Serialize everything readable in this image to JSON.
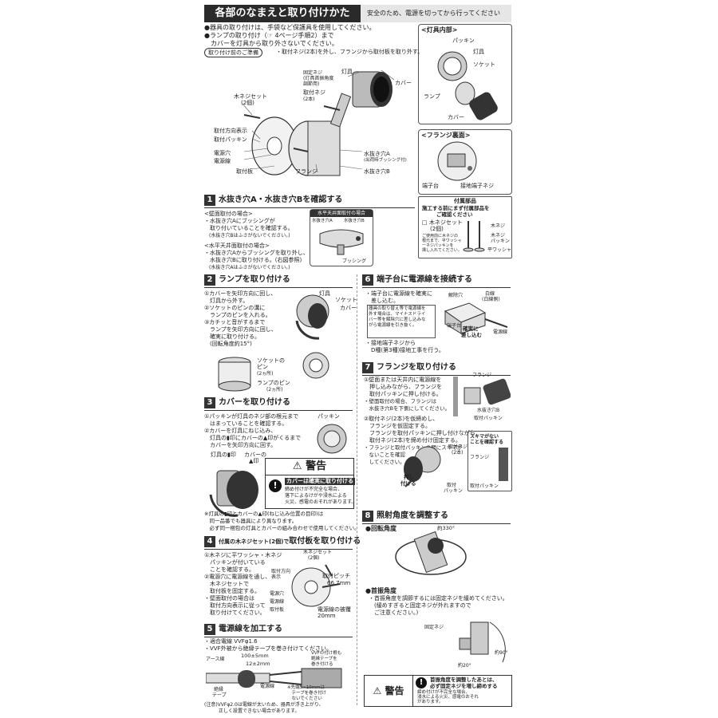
{
  "header": {
    "title": "各部のなまえと取り付けかた",
    "note": "安全のため、電源を切ってから行ってください"
  },
  "intro": {
    "line1": "●器具の取り付けは、手袋など保護具を使用してください。",
    "line2": "●ランプの取り付け（☞ 4ページ手順2）まで",
    "line3": "　カバーを灯具から取り外さないでください。",
    "prep_label": "取り付け前のご準備",
    "prep_text": "・取付ネジ(2本)を外し、フランジから取付板を取り外す。"
  },
  "parts": {
    "wood_screw_set": "木ネジセット",
    "wood_screw_count": "(2個)",
    "fix_screw": "固定ネジ",
    "fix_screw_note1": "(灯具首振角度",
    "fix_screw_note2": "調節用)",
    "mount_screw": "取付ネジ",
    "mount_screw_count": "(2本)",
    "lamp_body": "灯具",
    "cover": "カバー",
    "direction_mark": "取付方向表示",
    "mount_packing": "取付パッキン",
    "power_hole": "電源穴",
    "power_wire": "電源線",
    "mount_plate": "取付板",
    "flange": "フランジ",
    "drain_a": "水抜き穴A",
    "drain_a_note": "(出荷時ブッシング付)",
    "drain_b": "水抜き穴B"
  },
  "inner_box": {
    "title": "<灯具内部>",
    "packing": "パッキン",
    "lamp_body": "灯具",
    "socket": "ソケット",
    "lamp": "ランプ",
    "cover": "カバー"
  },
  "flange_box": {
    "title": "<フランジ裏面>",
    "terminal": "端子台",
    "ground_screw": "接地端子ネジ"
  },
  "accessories": {
    "title": "付属部品",
    "note1": "施工する前にまず付属部品を",
    "note2": "ご確認ください",
    "item": "□ 木ネジセット",
    "item_count": "(2個)",
    "caution1": "ご使用前に木ネジの",
    "caution2": "根元まで、平ワッシャ",
    "caution3": "ーネジパッキンを",
    "caution4": "挿し入れてください。",
    "wood_screw": "木ネジ",
    "screw_packing": "木ネジ",
    "screw_packing2": "パッキン",
    "washer": "平ワッシャ"
  },
  "step1": {
    "num": "1",
    "title": "水抜き穴A・水抜き穴Bを確認する",
    "wall_head": "<壁面取付の場合>",
    "wall_1": "・水抜き穴Aにブッシングが",
    "wall_2": "　取り付いていることを確認する。",
    "wall_3": "　(水抜き穴Bはふさがないでください。)",
    "ceil_head": "<水平天井面取付の場合>",
    "ceil_1": "・水抜き穴Aからブッシングを取り外し、",
    "ceil_2": "　水抜き穴Bに取り付ける。(右図参照)",
    "ceil_3": "　(水抜き穴Aはふさがないでください。)",
    "fig_title": "水平天井面取付の場合",
    "fig_a": "水抜き穴A",
    "fig_b": "水抜き穴B",
    "fig_bushing": "ブッシング"
  },
  "step2": {
    "num": "2",
    "title": "ランプを取り付ける",
    "l1": "①カバーを矢印方向に回し、",
    "l2": "　灯具から外す。",
    "l3": "②ソケットのピンの溝に",
    "l4": "　ランプのピンを入れる。",
    "l5": "③カチッと音がするまで",
    "l6": "　ランプを矢印方向に回し、",
    "l7": "　確実に取り付ける。",
    "l8": "　(回転角度約15°)",
    "lamp_body": "灯具",
    "socket": "ソケット",
    "cover": "カバー",
    "socket_pin": "ソケットの",
    "socket_pin2": "ピン",
    "socket_pin3": "(2ヵ所)",
    "lamp_pin": "ランプのピン",
    "lamp_pin2": "(2ヵ所)"
  },
  "step3": {
    "num": "3",
    "title": "カバーを取り付ける",
    "l1": "①パッキンが灯具のネジ部の根元まで",
    "l2": "　はまっていることを確認する。",
    "l3": "②カバーを灯具にねじ込み、",
    "l4": "　灯具の▮印にカバーの▲印がくるまで",
    "l5": "　カバーを矢印方向に回す。",
    "packing": "パッキン",
    "mark_lamp": "灯具の▮印",
    "mark_cover": "カバーの",
    "mark_cover2": "▲印",
    "note1": "※灯具の▮印とカバーの▲印(ねじ込み位置の目印)は",
    "note2": "　同一品番でも器具により異なります。",
    "note3": "　必ず同一梱包の灯具とカバーの組み合わせで使用してください。"
  },
  "warning1": {
    "title": "警告",
    "head": "カバーは確実に取り付ける",
    "b1": "締め付けが不完全な場合、",
    "b2": "落下によるけがや浸水による",
    "b3": "火災、感電のおそれがあります。"
  },
  "step4": {
    "num": "4",
    "title_pre": "付属の木ネジセット(2個)で",
    "title": "取付板を取り付ける",
    "l1": "①木ネジに平ワッシャ・木ネジ",
    "l2": "　パッキンが付いている",
    "l3": "　ことを確認する。",
    "l4": "②電源穴に電源線を通し、",
    "l5": "　木ネジセットで",
    "l6": "　取付板を固定する。",
    "l7": "・壁面取付の場合は",
    "l8": "　取付方向表示に従って",
    "l9": "　取り付けてください。",
    "screw_set": "木ネジセット",
    "screw_count": "(2個)",
    "direction": "取付方向",
    "direction2": "表示",
    "power_hole": "電源穴",
    "power_wire": "電源線",
    "plate": "取付板",
    "pitch": "取付ピッチ",
    "pitch_val": "66.7mm",
    "coating": "電源線の被覆",
    "coating_val": "20mm"
  },
  "step5": {
    "num": "5",
    "title": "電源線を加工する",
    "l1": "・適合電線 VVFφ1.6",
    "l2": "・VVF外被から絶縁テープを巻き付けてください。",
    "earth": "アース線",
    "dim1": "100±5mm",
    "dim2": "12±2mm",
    "tape": "絶縁",
    "tape2": "テープ",
    "wire": "電源線",
    "vvf1": "VVFの付け根も",
    "vvf2": "絶縁テープを",
    "vvf3": "巻き付ける",
    "tip1": "※先端5~10mmは",
    "tip2": "　テープを巻き付け",
    "tip3": "　ないでください",
    "n1": "(注意)VVFφ2.0は電線が太いため、器具が浮き上がり、",
    "n2": "　　　正しく設置できない場合があります。"
  },
  "step6": {
    "num": "6",
    "title": "端子台に電源線を接続する",
    "l1": "・端子台に電源線を確実に",
    "l2": "　差し込む。",
    "n1": "器具の取り替え等で電源線を",
    "n2": "外す場合は、マイナスドライ",
    "n3": "バー等を解除穴に差し込みな",
    "n4": "がら電源線を引き抜く。",
    "l3": "・接地端子ネジから",
    "l4": "　D種(第3種)接地工事を行う。",
    "release": "解除穴",
    "white": "白線",
    "white2": "(白線側)",
    "insert": "確実に",
    "insert2": "差し込む",
    "terminal": "端子台",
    "wire": "電源線"
  },
  "step7": {
    "num": "7",
    "title": "フランジを取り付ける",
    "l1": "①壁面または天井内に電源線を",
    "l2": "　押し込みながら、フランジを",
    "l3": "　取付パッキンに押し付ける。",
    "l4": "・壁面取付の場合、フランジは",
    "l5": "　水抜き穴Bを下側にしてください。",
    "l6": "②取付ネジ(2本)を仮締めし、",
    "l7": "　フランジを仮固定する。",
    "l8": "　フランジを取付パッキンに押し付けながら",
    "l9": "　取付ネジ(2本)を締め付け固定する。",
    "l10": "・フランジと取付パッキンの間にスキマが",
    "l11": "　ないことを確認",
    "l12": "　してください。",
    "flange": "フランジ",
    "drain_b": "水抜き穴B",
    "packing": "取付パッキン",
    "screws": "取付ネジ",
    "screws2": "(2本)",
    "push": "押し",
    "push2": "付ける",
    "packing2": "取付",
    "packing3": "パッキン",
    "gap1": "スキマがない",
    "gap2": "ことを確認する",
    "flange2": "フランジ",
    "packing4": "取付パッキン"
  },
  "step8": {
    "num": "8",
    "title": "照射角度を調整する",
    "rot": "●回転角度",
    "rot_val": "約330°",
    "tilt": "●首振角度",
    "t1": "・首振角度を調節するには固定ネジを緩めてください。",
    "t2": "　(緩めすぎると固定ネジが外れますので",
    "t3": "　ご注意ください。)",
    "fix": "固定ネジ",
    "a90": "約90°",
    "a20": "約20°"
  },
  "warning2": {
    "title": "警告",
    "head1": "首振角度を調整したあとは、",
    "head2": "必ず固定ネジを増し締めする",
    "b1": "締め付けが不完全な場合、",
    "b2": "浸水による火災、感電のおそれ",
    "b3": "があります。"
  }
}
